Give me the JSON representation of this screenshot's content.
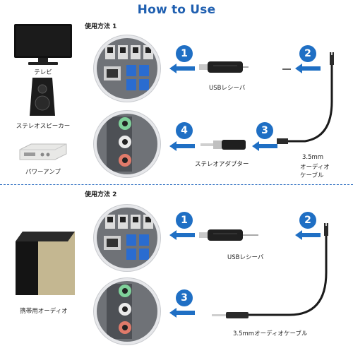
{
  "title": "How to Use",
  "method1": {
    "heading": "使用方法 1",
    "devices": [
      "テレビ",
      "ステレオスピーカー",
      "パワーアンプ"
    ],
    "receiver_label": "USBレシーバ",
    "adapter_label": "ステレオアダプター",
    "cable_label_line1": "3.5mm",
    "cable_label_line2": "オーディオ",
    "cable_label_line3": "ケーブル",
    "steps": [
      "1",
      "2",
      "3",
      "4"
    ]
  },
  "method2": {
    "heading": "使用方法 2",
    "device": "携帯用オーディオ",
    "receiver_label": "USBレシーバ",
    "cable_label": "3.5mmオーディオケーブル",
    "steps": [
      "1",
      "2",
      "3"
    ]
  },
  "colors": {
    "accent": "#1f6fc4",
    "title": "#1f5fb0"
  }
}
